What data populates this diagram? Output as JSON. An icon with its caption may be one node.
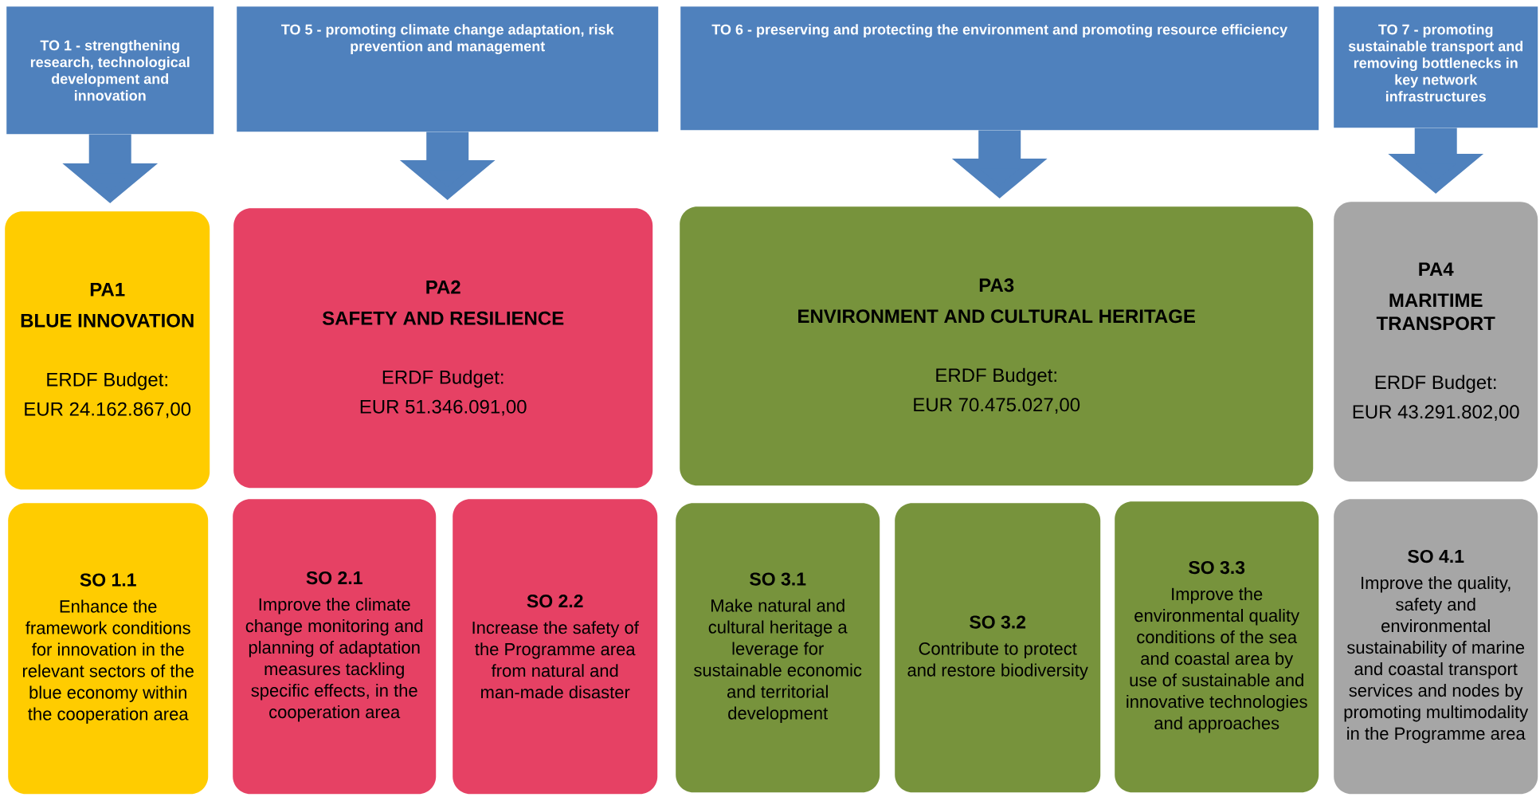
{
  "diagram": {
    "nodes": [
      {
        "text": [
          "TO 1 - strengthening research, technological development and innovation"
        ]
      },
      {
        "text": [
          "TO 5 - promoting climate change adaptation, risk prevention and management"
        ]
      },
      {
        "text": [
          "TO 6 - preserving and protecting the environment and promoting resource efficiency"
        ]
      },
      {
        "text": [
          "TO 7 - promoting sustainable transport and removing bottlenecks in key network infrastructures"
        ]
      },
      {
        "text": [
          "PA1",
          "BLUE INNOVATION",
          "ERDF Budget:",
          "EUR 24.162.867,00"
        ]
      },
      {
        "text": [
          "PA2",
          "SAFETY AND RESILIENCE",
          "ERDF Budget:",
          "EUR 51.346.091,00"
        ]
      },
      {
        "text": [
          "PA3",
          "ENVIRONMENT AND CULTURAL HERITAGE",
          "ERDF Budget:",
          "EUR 70.475.027,00"
        ]
      },
      {
        "text": [
          "PA4",
          "MARITIME TRANSPORT",
          "ERDF Budget:",
          "EUR 43.291.802,00"
        ]
      },
      {
        "text": [
          "SO 1.1",
          "Enhance the framework conditions for innovation in the relevant sectors of the blue economy within the cooperation area"
        ]
      },
      {
        "text": [
          "SO 2.1",
          "Improve the climate change monitoring and planning of adaptation measures tackling specific effects, in the cooperation area"
        ]
      },
      {
        "text": [
          "SO 2.2",
          "Increase the safety of the Programme area from natural and man-made disaster"
        ]
      },
      {
        "text": [
          "SO 3.1",
          "Make natural and cultural heritage a leverage for sustainable economic and territorial development"
        ]
      },
      {
        "text": [
          "SO 3.2",
          "Contribute to protect and restore biodiversity"
        ]
      },
      {
        "text": [
          "SO 3.3",
          "Improve the environmental quality conditions of the sea and coastal area by use of sustainable and innovative technologies and approaches"
        ]
      },
      {
        "text": [
          "SO 4.1",
          "Improve the quality, safety and environmental sustainability of marine and coastal transport services and nodes by promoting multimodality in the Programme area"
        ]
      }
    ],
    "edges": [
      {
        "from": 0,
        "to": 4,
        "arrow": "to"
      },
      {
        "from": 1,
        "to": 5,
        "arrow": "to"
      },
      {
        "from": 2,
        "to": 6,
        "arrow": "to"
      },
      {
        "from": 3,
        "to": 7,
        "arrow": "to"
      }
    ]
  }
}
